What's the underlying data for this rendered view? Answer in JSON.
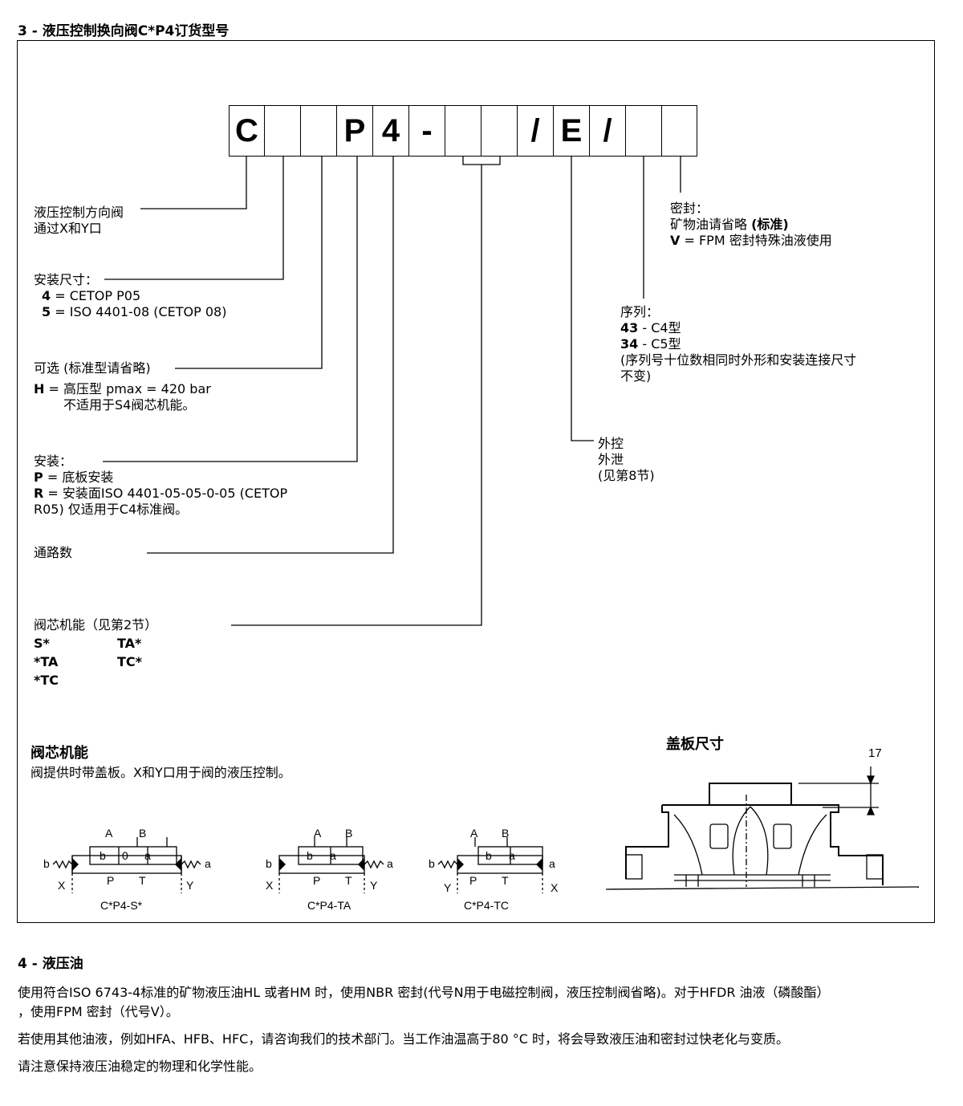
{
  "section3": {
    "title": "3 - 液压控制换向阀C*P4订货型号",
    "code_boxes": [
      "C",
      "",
      "",
      "P",
      "4",
      "-",
      "",
      "",
      "/",
      "E",
      "/",
      "",
      ""
    ],
    "pilot": {
      "line1": "液压控制方向阀",
      "line2": "通过X和Y口"
    },
    "size": {
      "title": "安装尺寸：",
      "n4": "4",
      "v4": "= CETOP P05",
      "n5": "5",
      "v5": "= ISO 4401-08 (CETOP 08)"
    },
    "option": {
      "title": "可选 (标准型请省略)",
      "key": "H",
      "val": "= 高压型 pmax = 420 bar",
      "note": "不适用于S4阀芯机能。"
    },
    "mounting": {
      "title": "安装：",
      "p_key": "P",
      "p_val": "= 底板安装",
      "r_key": "R",
      "r_val": "= 安装面ISO 4401-05-05-0-05 (CETOP",
      "r_cont": "R05) 仅适用于C4标准阀。"
    },
    "ways": "通路数",
    "spool": {
      "title": "阀芯机能（见第2节）",
      "items": [
        "S*",
        "TA*",
        "*TA",
        "TC*",
        "*TC"
      ]
    },
    "seal": {
      "title": "密封：",
      "line1": "矿物油请省略",
      "std": "(标准)",
      "v_key": "V",
      "v_val": "= FPM 密封特殊油液使用"
    },
    "series": {
      "title": "序列：",
      "k43": "43",
      "v43": "- C4型",
      "k34": "34",
      "v34": "- C5型",
      "note1": "(序列号十位数相同时外形和安装连接尺寸",
      "note2": "不变)"
    },
    "external": {
      "line1": "外控",
      "line2": "外泄",
      "line3": "(见第8节)"
    },
    "spool_func": {
      "title": "阀芯机能",
      "desc": "阀提供时带盖板。X和Y口用于阀的液压控制。",
      "diagrams": [
        {
          "name": "C*P4-S*",
          "cells": [
            "b",
            "0",
            "a"
          ],
          "left": "b",
          "right": "a",
          "bottom_left": "X",
          "bottom_right": "Y"
        },
        {
          "name": "C*P4-TA",
          "cells": [
            "b",
            "a"
          ],
          "left": "b",
          "right": "a",
          "bottom_left": "X",
          "bottom_right": "Y"
        },
        {
          "name": "C*P4-TC",
          "cells": [
            "b",
            "a"
          ],
          "left": "b",
          "right": "a",
          "bottom_left": "Y",
          "bottom_right": "X"
        }
      ],
      "port_a": "A",
      "port_b": "B",
      "port_p": "P",
      "port_t": "T"
    },
    "cover": {
      "title": "盖板尺寸",
      "dim": "17"
    }
  },
  "section4": {
    "title": "4 - 液压油",
    "p1a": "使用符合ISO 6743-4标准的矿物液压油HL 或者HM 时，使用NBR 密封(代号N用于电磁控制阀，液压控制阀省略)。对于HFDR 油液（磷酸酯）",
    "p1b": "，使用FPM 密封（代号V）。",
    "p2": "若使用其他油液，例如HFA、HFB、HFC，请咨询我们的技术部门。当工作油温高于80 °C 时，将会导致液压油和密封过快老化与变质。",
    "p3": "请注意保持液压油稳定的物理和化学性能。"
  }
}
